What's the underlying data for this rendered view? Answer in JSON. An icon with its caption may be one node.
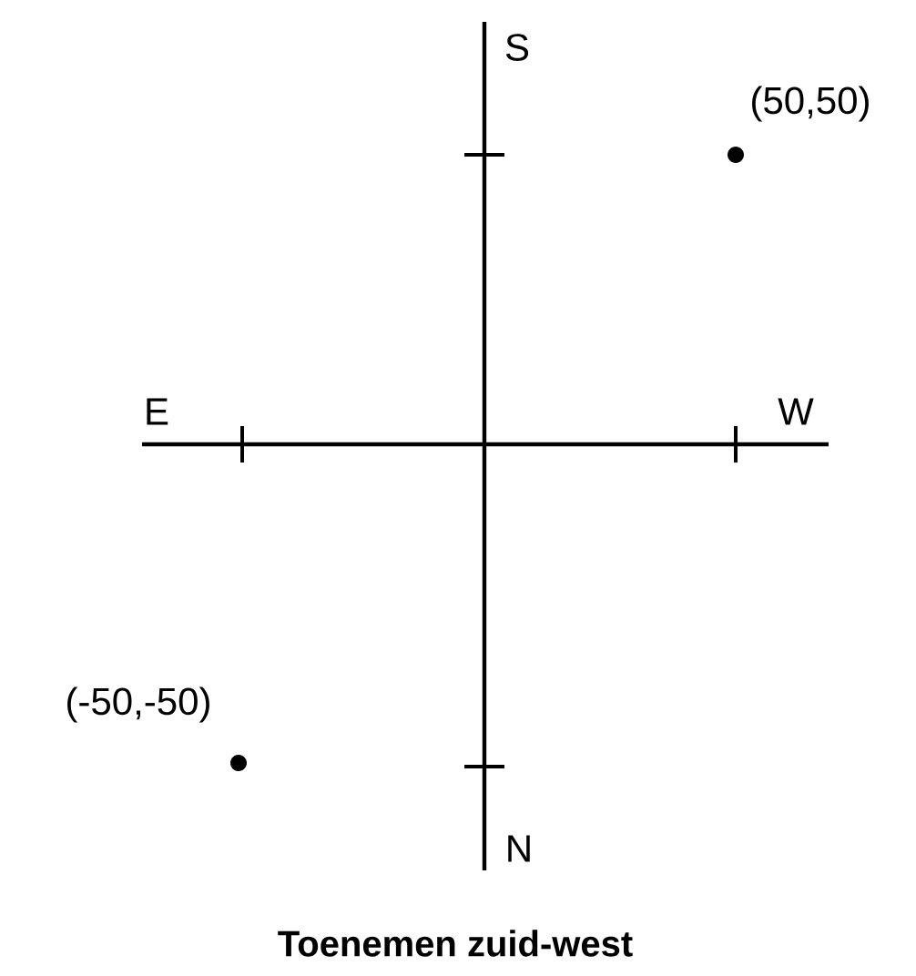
{
  "diagram": {
    "caption": "Toenemen zuid-west",
    "labels": [
      "S",
      "(50,50)",
      "E",
      "W",
      "(-50,-50)",
      "N"
    ]
  }
}
